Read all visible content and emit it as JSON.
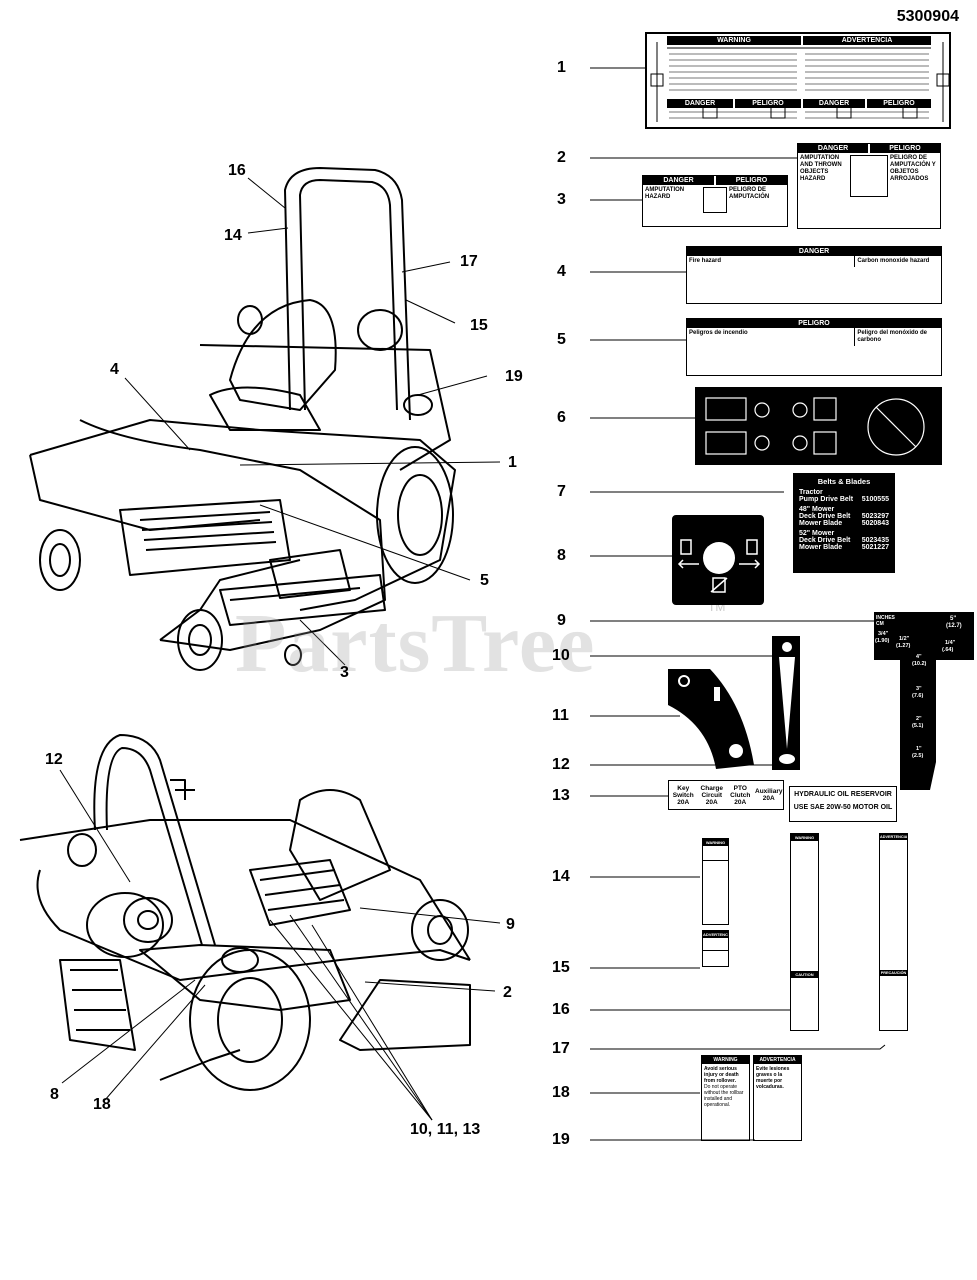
{
  "doc_id": "5300904",
  "watermark": "PartsTree",
  "trademark": "TM",
  "callouts_left_top": [
    "16",
    "14",
    "17",
    "15",
    "4",
    "19",
    "1",
    "5",
    "3"
  ],
  "callouts_left_bottom": [
    "12",
    "9",
    "2",
    "8",
    "18",
    "10, 11, 13"
  ],
  "callouts_right": [
    "1",
    "2",
    "3",
    "4",
    "5",
    "6",
    "7",
    "8",
    "9",
    "10",
    "11",
    "12",
    "13",
    "14",
    "15",
    "16",
    "17",
    "18",
    "19"
  ],
  "decals": {
    "warning": "WARNING",
    "advertencia": "ADVERTENCIA",
    "danger": "DANGER",
    "peligro": "PELIGRO",
    "caution": "CAUTION",
    "precaucion": "PRECAUCIÓN",
    "amputation_hazard": "AMPUTATION HAZARD",
    "amputation_thrown": "AMPUTATION AND THROWN OBJECTS HAZARD",
    "peligro_amputacion": "PELIGRO DE AMPUTACIÓN",
    "peligro_amputacion_objetos": "PELIGRO DE AMPUTACIÓN Y OBJETOS ARROJADOS",
    "fire_hazard": "Fire hazard",
    "carbon_monoxide": "Carbon monoxide hazard",
    "peligro_incendio": "Peligros de incendio",
    "peligro_monoxido": "Peligro del monóxido de carbono"
  },
  "belts_blades": {
    "title": "Belts & Blades",
    "tractor": "Tractor",
    "pump_belt_label": "Pump Drive Belt",
    "pump_belt_part": "5100555",
    "mower48": "48\" Mower",
    "mower52": "52\" Mower",
    "deck_belt_label": "Deck Drive Belt",
    "mower_blade_label": "Mower Blade",
    "deck48_part": "5023297",
    "blade48_part": "5020843",
    "deck52_part": "5023435",
    "blade52_part": "5021227"
  },
  "fuses": [
    {
      "l1": "Key",
      "l2": "Switch",
      "amp": "20A"
    },
    {
      "l1": "Charge",
      "l2": "Circuit",
      "amp": "20A"
    },
    {
      "l1": "PTO",
      "l2": "Clutch",
      "amp": "20A"
    },
    {
      "l1": "",
      "l2": "Auxiliary",
      "amp": "20A"
    }
  ],
  "hydraulic": {
    "title": "HYDRAULIC OIL RESERVOIR",
    "sub": "USE SAE 20W-50 MOTOR OIL"
  },
  "height_gauge": {
    "inches": "INCHES",
    "cm": "CM",
    "values": [
      "5\"",
      "(12.7)",
      "3/4\"",
      "(1.90)",
      "1/2\"",
      "(1.27)",
      "1/4\"",
      "(.64)",
      "4\"",
      "(10.2)",
      "3\"",
      "(7.6)",
      "2\"",
      "(5.1)",
      "1\"",
      "(2.5)"
    ]
  },
  "rollover": {
    "line1": "Avoid serious",
    "line2": "injury or death",
    "line3": "from rollover.",
    "line4": "Do not operate",
    "line5": "without the rollbar",
    "line6": "installed and",
    "line7": "operational.",
    "es1": "Evite lesiones",
    "es2": "graves o la",
    "es3": "muerte por",
    "es4": "volcaduras."
  }
}
